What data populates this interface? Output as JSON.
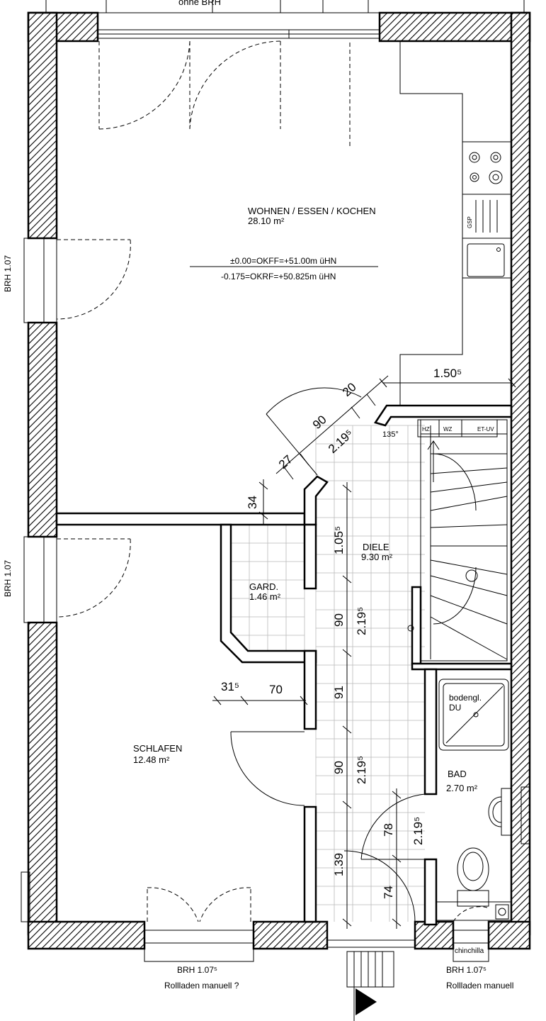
{
  "plan": {
    "top_window_label": "ohne BRH",
    "rooms": [
      {
        "name": "WOHNEN / ESSEN / KOCHEN",
        "area": "28.10 m²"
      },
      {
        "name": "DIELE",
        "area": "9.30 m²"
      },
      {
        "name": "GARD.",
        "area": "1.46 m²"
      },
      {
        "name": "SCHLAFEN",
        "area": "12.48 m²"
      },
      {
        "name": "BAD",
        "area": "2.70 m²"
      }
    ],
    "levels": {
      "okff": "±0.00=OKFF=+51.00m üHN",
      "okrf": "-0.175=OKRF=+50.825m üHN"
    },
    "kitchen": {
      "dishwasher": "GSP",
      "width_dim": "1.50⁵"
    },
    "dimensions": {
      "stair_20": "20",
      "stair_90": "90",
      "stair_2195": "2.19⁵",
      "stair_27": "27",
      "angle": "135°",
      "d_34": "34",
      "d_1055": "1.05⁵",
      "d_90_a": "90",
      "d_2195_a": "2.19⁵",
      "d_315": "31⁵",
      "d_70": "70",
      "d_91": "91",
      "d_90_b": "90",
      "d_2195_b": "2.19⁵",
      "d_78": "78",
      "d_2195_c": "2.19⁵",
      "d_139": "1.39",
      "d_74": "74"
    },
    "meters": [
      "HZ",
      "WZ",
      "ET-UV"
    ],
    "shower": {
      "line1": "bodengl.",
      "line2": "DU"
    },
    "side_windows": [
      "BRH 1.07",
      "BRH 1.07"
    ],
    "bottom_windows": [
      {
        "brh": "BRH 1.07⁵",
        "note": "Rollladen manuell ?"
      },
      {
        "brh": "BRH 1.07⁵",
        "note": "Rollladen manuell"
      }
    ],
    "chinchilla": "chinchilla"
  }
}
